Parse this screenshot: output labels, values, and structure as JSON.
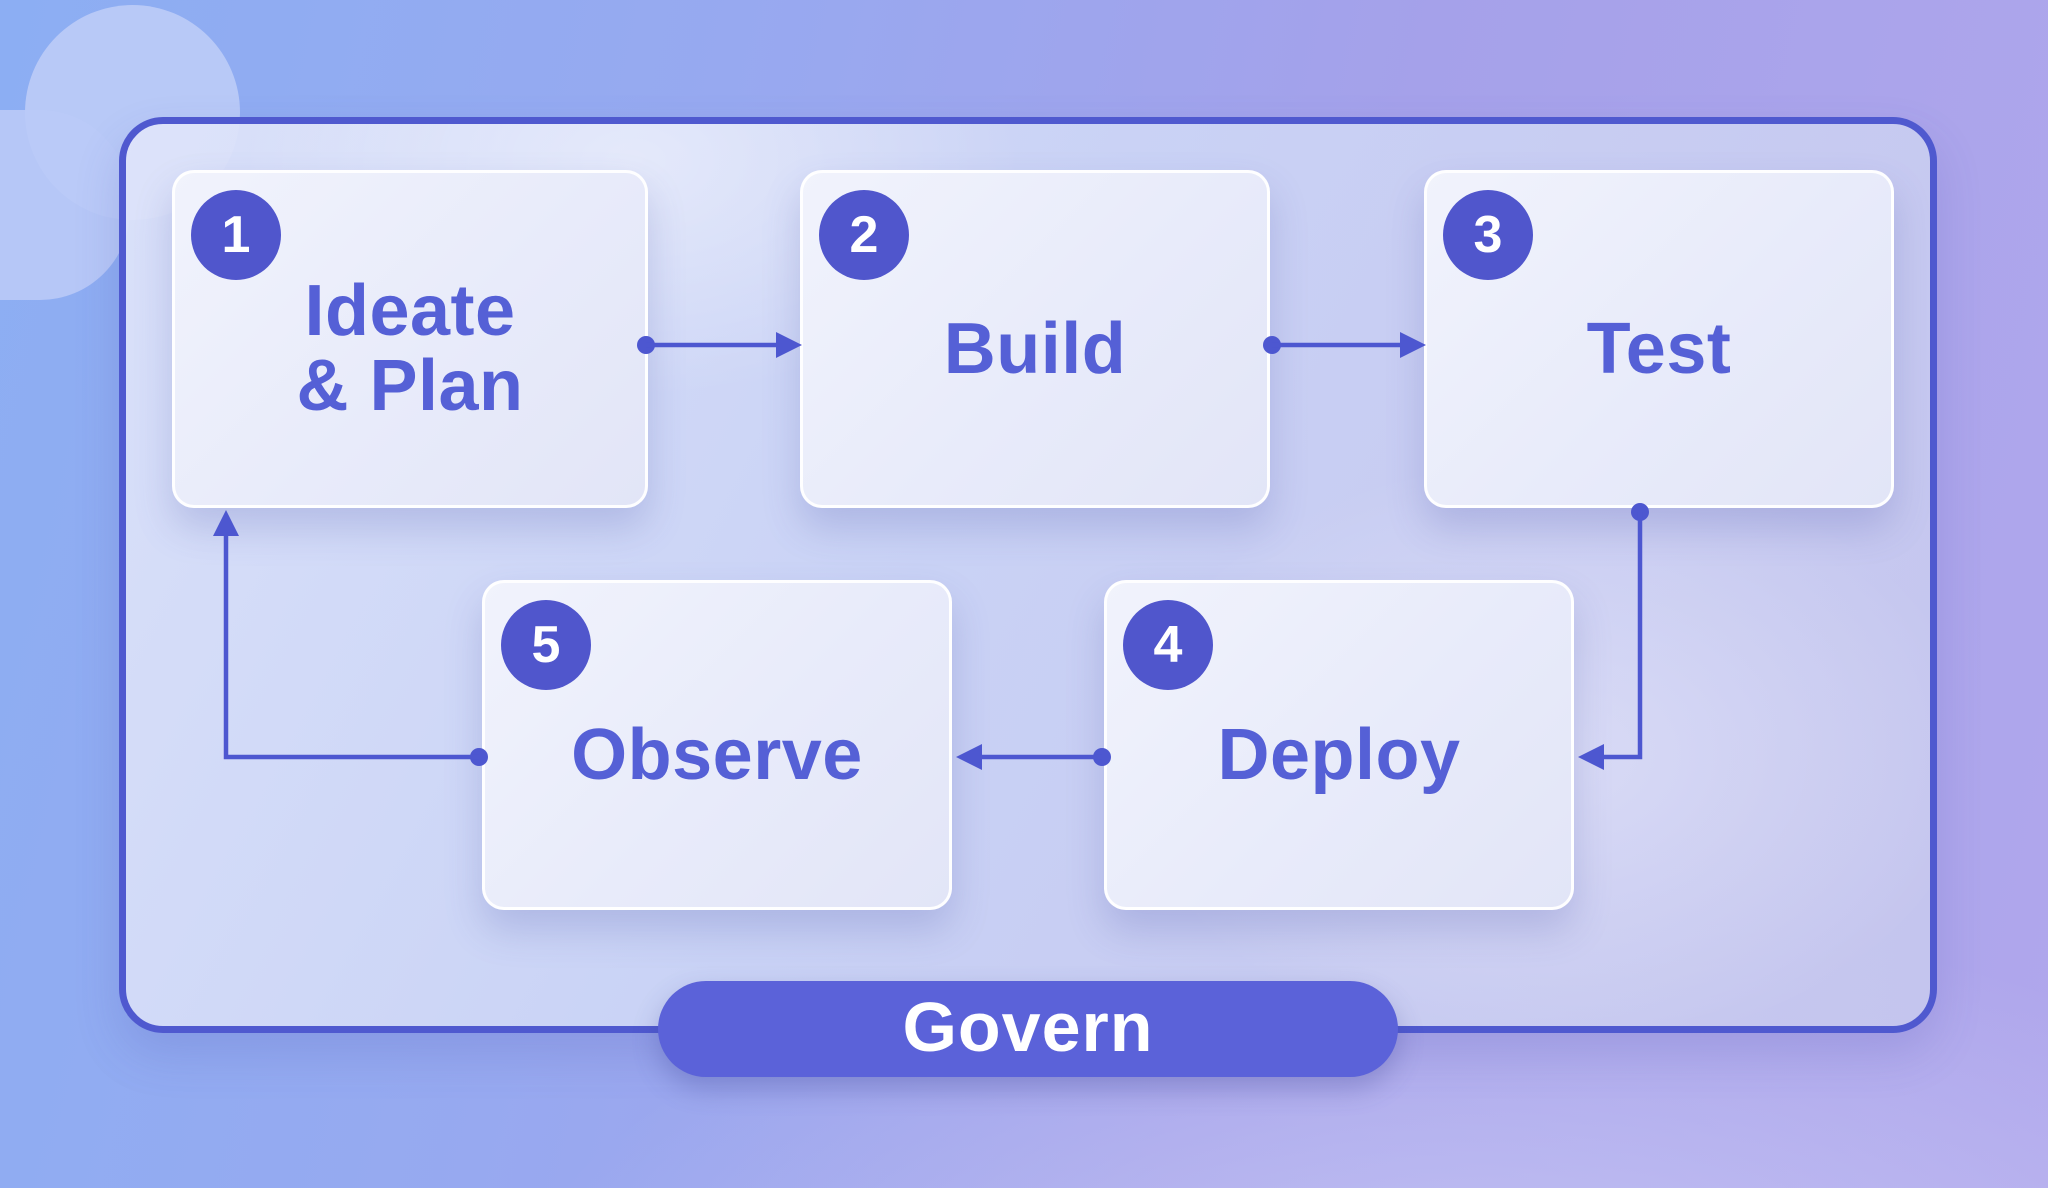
{
  "diagram": {
    "type": "flow-cycle",
    "steps": [
      {
        "number": "1",
        "label": "Ideate\n& Plan"
      },
      {
        "number": "2",
        "label": "Build"
      },
      {
        "number": "3",
        "label": "Test"
      },
      {
        "number": "4",
        "label": "Deploy"
      },
      {
        "number": "5",
        "label": "Observe"
      }
    ],
    "connections": [
      {
        "from": "Ideate & Plan",
        "to": "Build"
      },
      {
        "from": "Build",
        "to": "Test"
      },
      {
        "from": "Test",
        "to": "Deploy"
      },
      {
        "from": "Deploy",
        "to": "Observe"
      },
      {
        "from": "Observe",
        "to": "Ideate & Plan"
      }
    ],
    "banner": {
      "label": "Govern"
    },
    "colors": {
      "accent": "#5056cc",
      "node_text": "#5560d6",
      "arrow": "#4d57d0",
      "frame_border": "#4f59cf",
      "banner_fill": "#5b62d9",
      "banner_text": "#ffffff"
    }
  }
}
